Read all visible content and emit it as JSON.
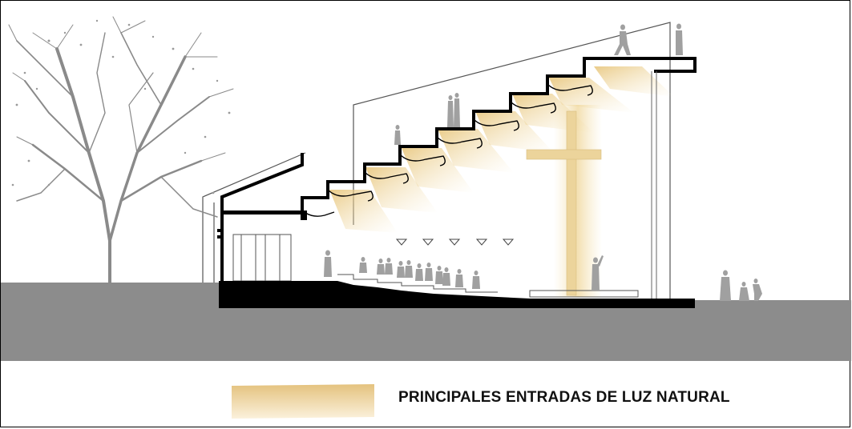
{
  "legend": {
    "label": "PRINCIPALES ENTRADAS DE LUZ NATURAL",
    "swatch_color": "#E9CC8E"
  },
  "colors": {
    "ground": "#8C8C8C",
    "structure": "#000000",
    "light": "#F1D89C",
    "tree": "#8A8A8A",
    "figures": "#9A9A9A",
    "walls": "#555555"
  },
  "elements": {
    "cross": "cross",
    "tree": "tree",
    "people": "people"
  }
}
